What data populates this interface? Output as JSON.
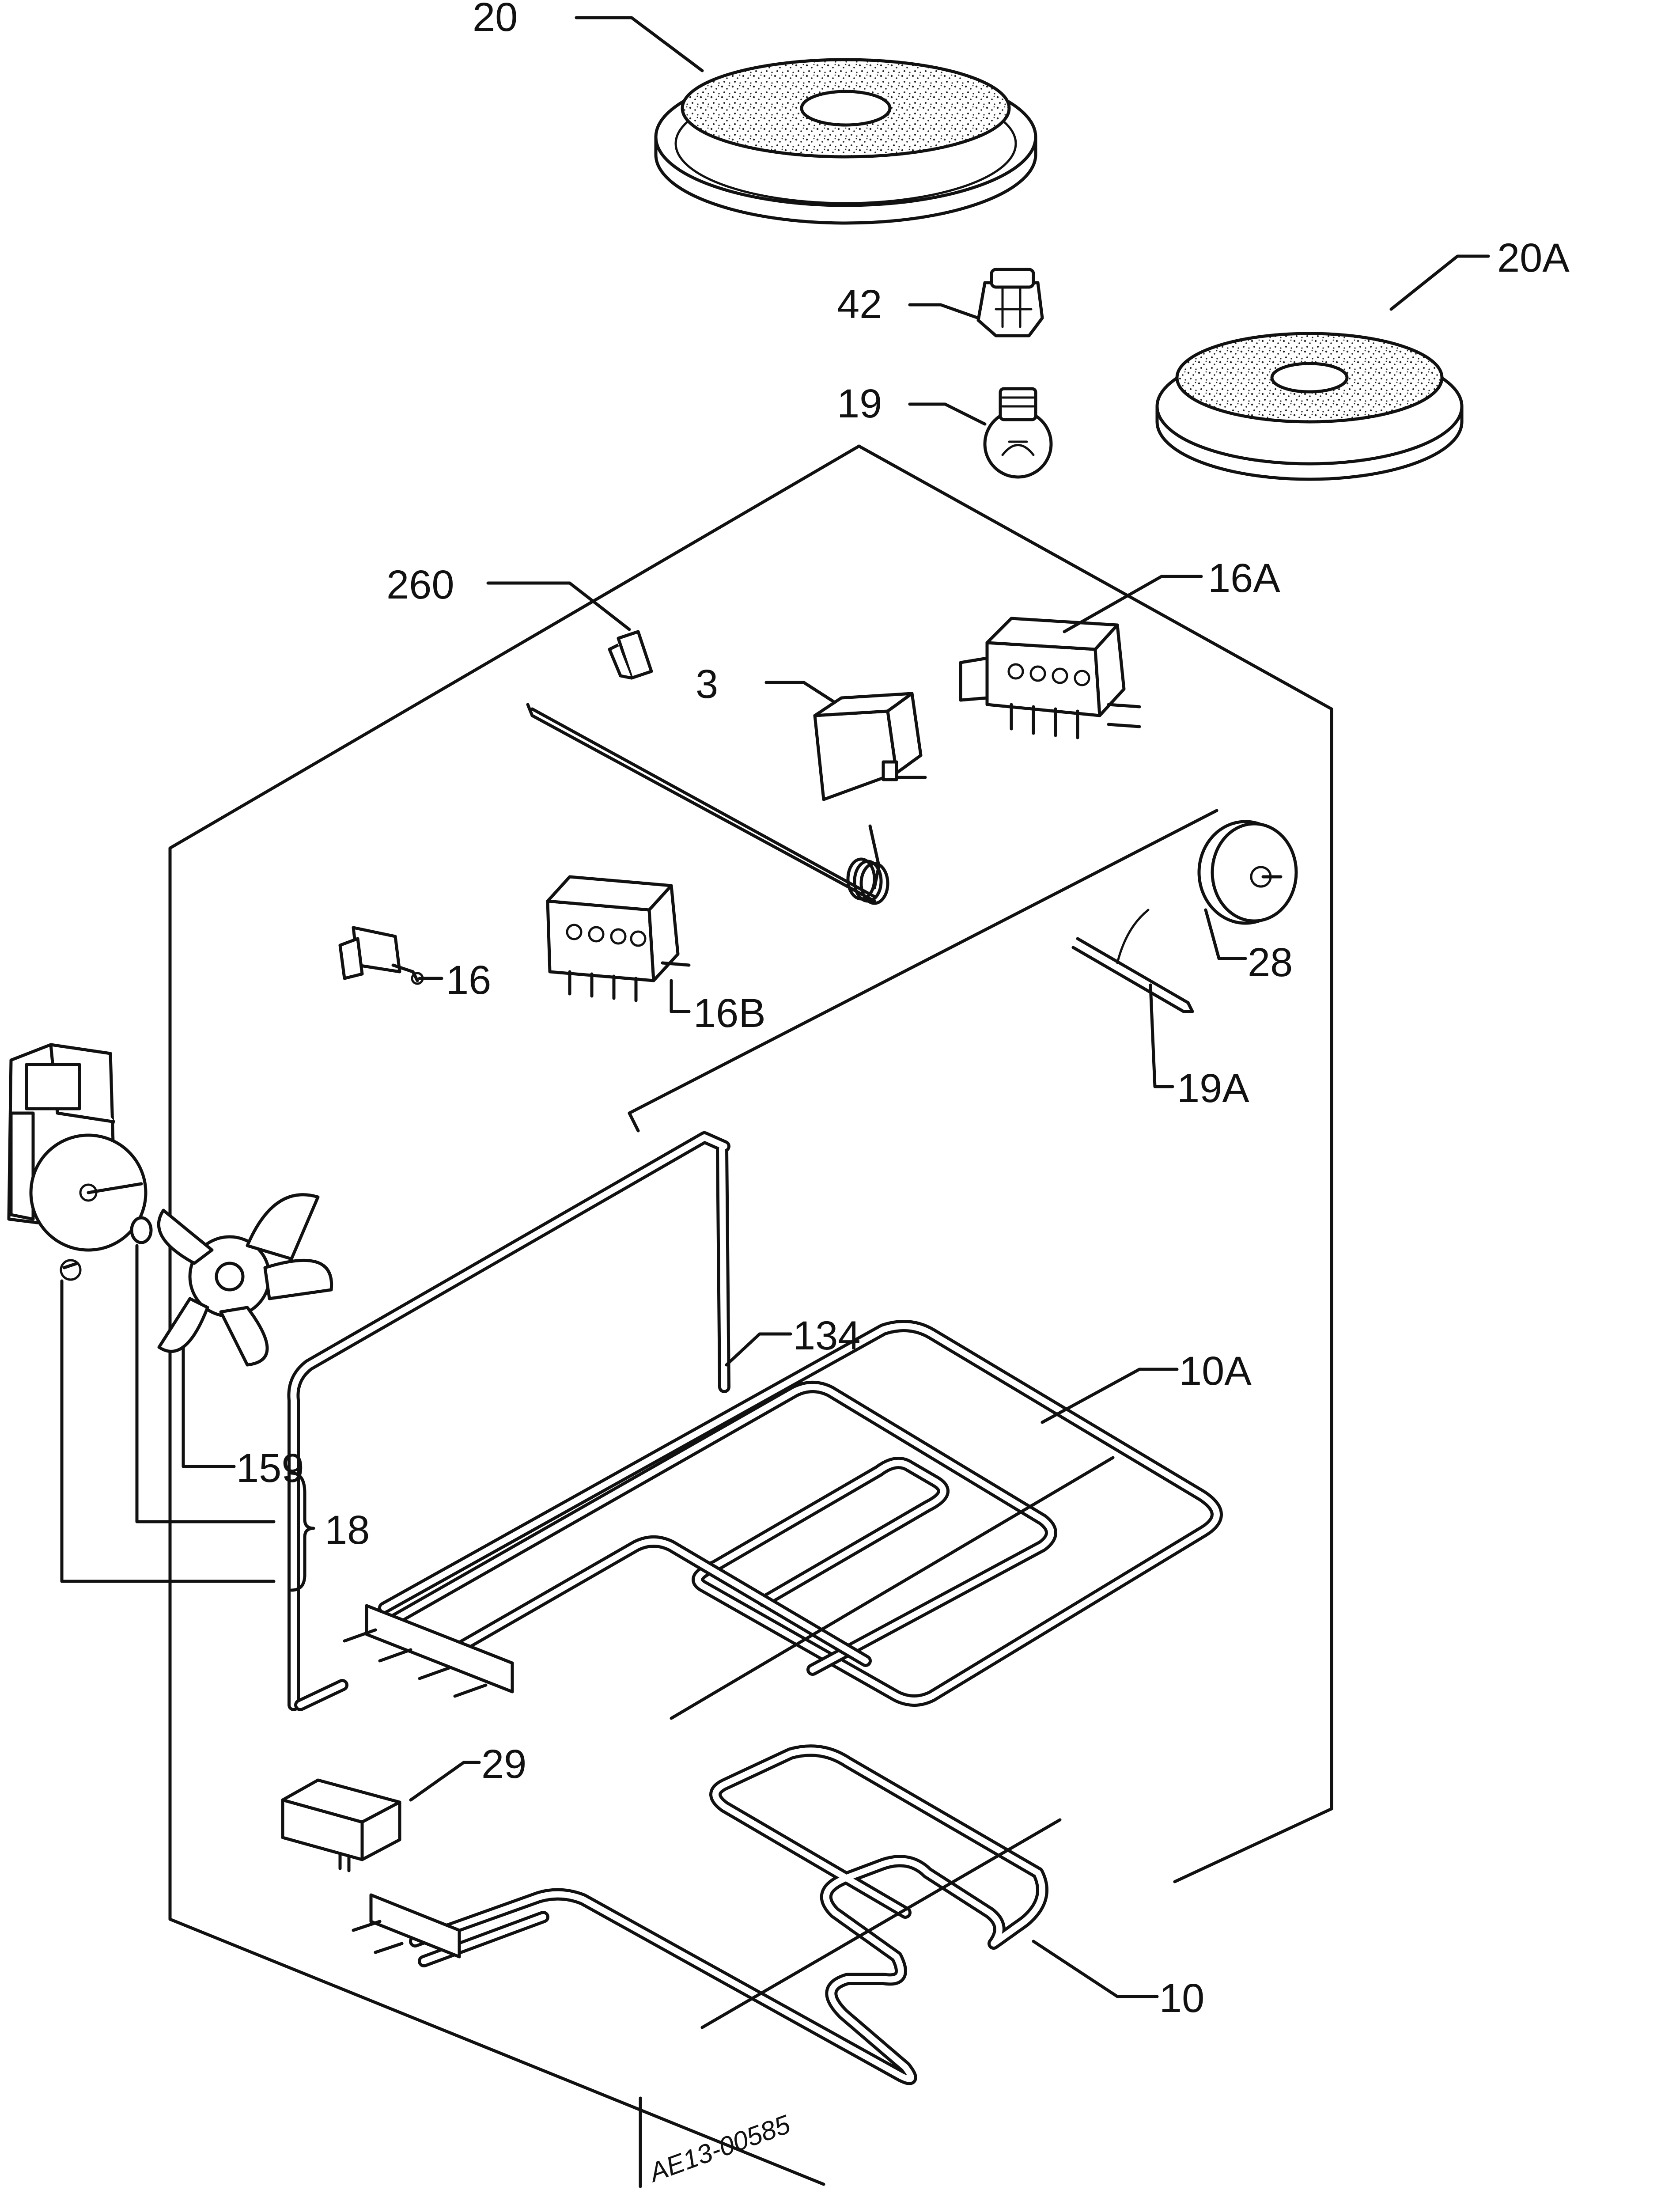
{
  "drawing_code": "AE13-00585",
  "callouts": [
    {
      "id": "20",
      "label": "20"
    },
    {
      "id": "20A",
      "label": "20A"
    },
    {
      "id": "42",
      "label": "42"
    },
    {
      "id": "19",
      "label": "19"
    },
    {
      "id": "260",
      "label": "260"
    },
    {
      "id": "16A",
      "label": "16A"
    },
    {
      "id": "3",
      "label": "3"
    },
    {
      "id": "28",
      "label": "28"
    },
    {
      "id": "16",
      "label": "16"
    },
    {
      "id": "16B",
      "label": "16B"
    },
    {
      "id": "19A",
      "label": "19A"
    },
    {
      "id": "134",
      "label": "134"
    },
    {
      "id": "10A",
      "label": "10A"
    },
    {
      "id": "159",
      "label": "159"
    },
    {
      "id": "18",
      "label": "18"
    },
    {
      "id": "29",
      "label": "29"
    },
    {
      "id": "10",
      "label": "10"
    }
  ]
}
